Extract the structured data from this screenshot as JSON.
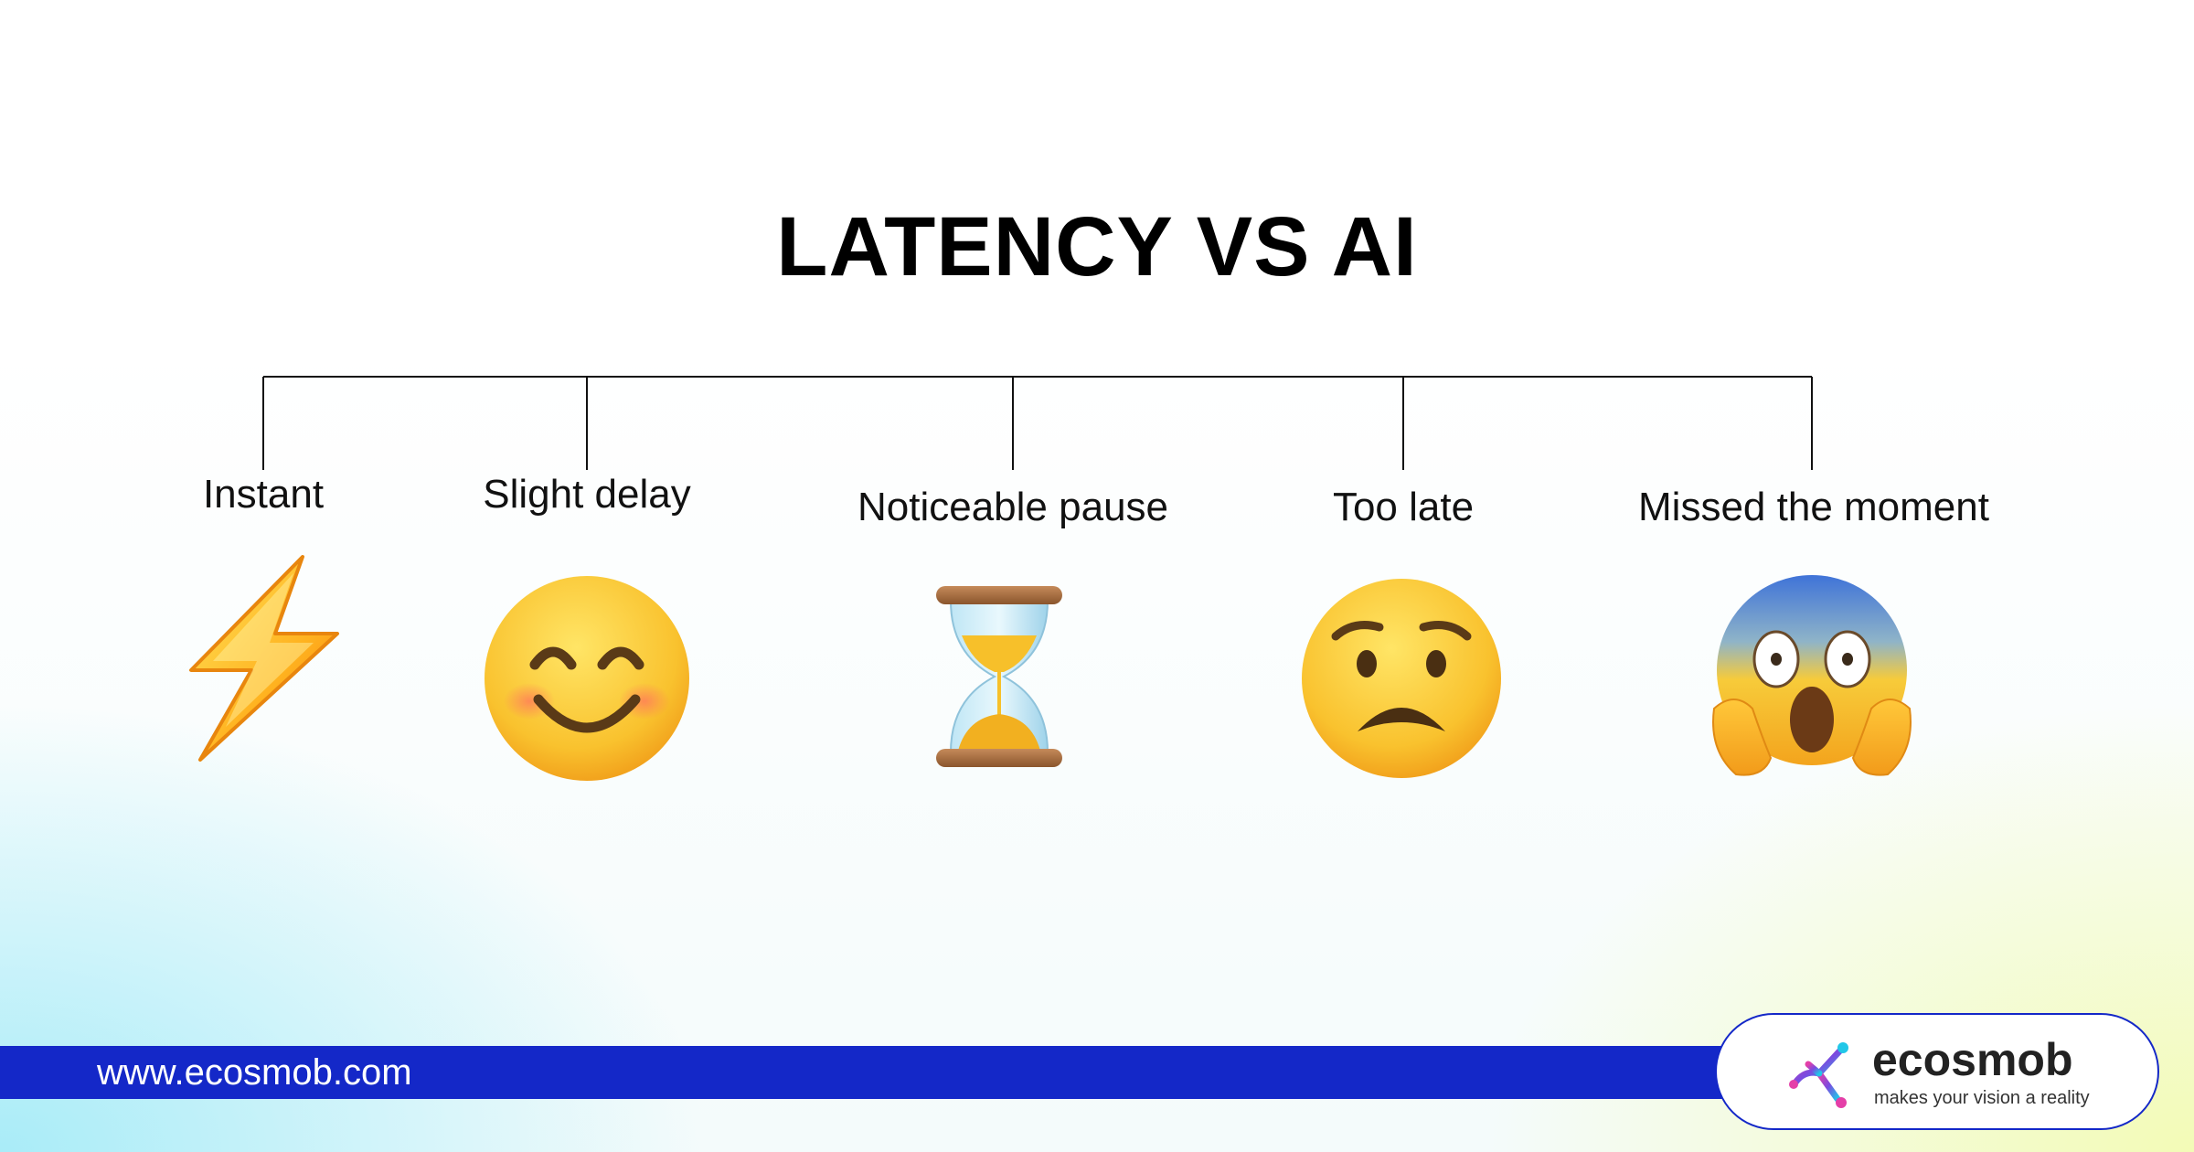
{
  "title": "LATENCY VS AI",
  "stages": [
    {
      "label": "Instant",
      "icon": "lightning-bolt-icon"
    },
    {
      "label": "Slight delay",
      "icon": "smiling-face-icon"
    },
    {
      "label": "Noticeable pause",
      "icon": "hourglass-icon"
    },
    {
      "label": "Too late",
      "icon": "worried-face-icon"
    },
    {
      "label": "Missed the moment",
      "icon": "screaming-face-icon"
    }
  ],
  "footer": {
    "url": "www.ecosmob.com",
    "bar_color": "#1428c8"
  },
  "logo": {
    "name": "ecosmob",
    "tagline": "makes your vision a reality"
  }
}
